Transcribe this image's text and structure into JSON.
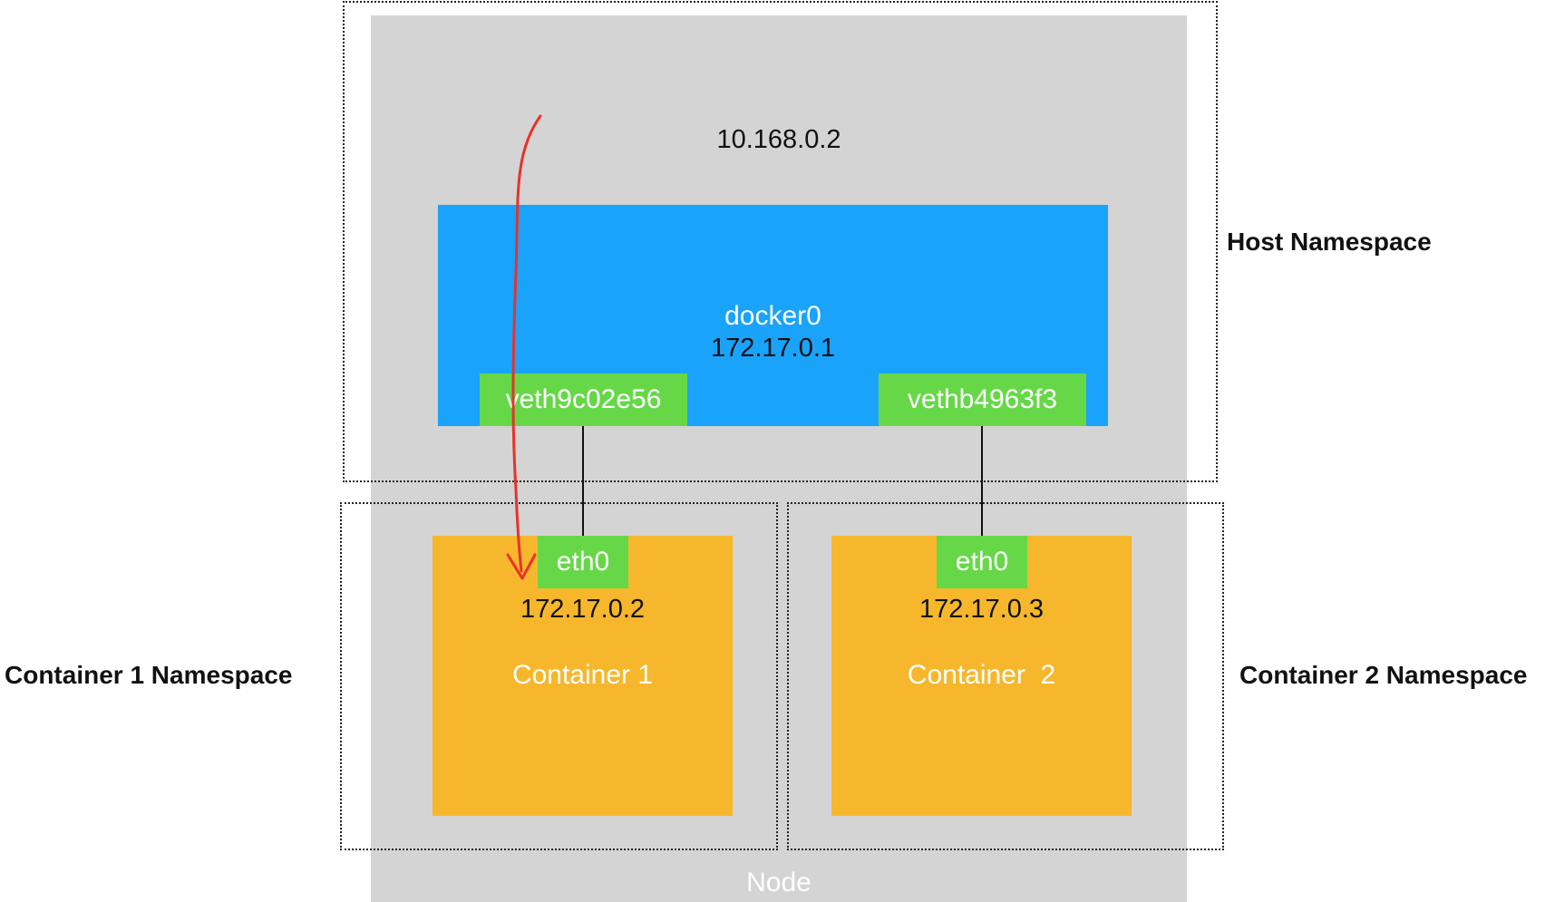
{
  "host": {
    "namespace_label": "Host Namespace",
    "ip": "10.168.0.2",
    "bridge": {
      "name": "docker0",
      "ip": "172.17.0.1",
      "color": "#1aa3fb"
    },
    "veths": [
      {
        "name": "veth9c02e56"
      },
      {
        "name": "vethb4963f3"
      }
    ]
  },
  "containers": [
    {
      "namespace_label": "Container 1 Namespace",
      "name": "Container 1",
      "interface": "eth0",
      "ip": "172.17.0.2"
    },
    {
      "namespace_label": "Container 2 Namespace",
      "name": "Container  2",
      "interface": "eth0",
      "ip": "172.17.0.3"
    }
  ],
  "node": {
    "label": "Node",
    "color": "#d4d4d4"
  },
  "colors": {
    "interface": "#66d848",
    "container": "#f6b72c",
    "arrow": "#e8322a"
  }
}
